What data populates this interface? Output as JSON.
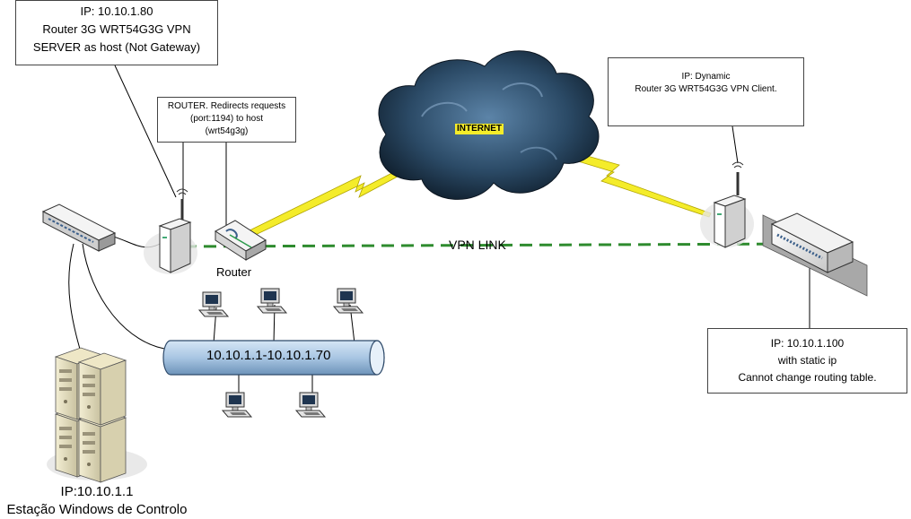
{
  "callouts": {
    "server_host": [
      "IP: 10.10.1.80",
      "Router 3G WRT54G3G VPN",
      "SERVER as host (Not Gateway)"
    ],
    "router_redirect": [
      "ROUTER. Redirects requests",
      "(port:1194) to host",
      "(wrt54g3g)"
    ],
    "client_router": [
      "IP: Dynamic",
      "Router 3G WRT54G3G VPN Client."
    ],
    "static_device": [
      "IP: 10.10.1.100",
      "with static ip",
      "Cannot change routing table."
    ]
  },
  "labels": {
    "router": "Router",
    "vpn_link": "VPN LINK",
    "internet": "INTERNET",
    "lan_range": "10.10.1.1-10.10.1.70",
    "workstation_ip": "IP:10.10.1.1",
    "workstation_name": "Estação Windows de Controlo"
  },
  "colors": {
    "vpn_link": "#2e8b2e",
    "lightning": "#f4ec2a",
    "cloud": "#2b4a66",
    "lan_bus": "#a9c6e3"
  },
  "icons": [
    "switch-icon",
    "wireless-router-icon",
    "router-icon",
    "cloud-icon",
    "workstation-icon",
    "server-icon",
    "network-device-icon"
  ]
}
